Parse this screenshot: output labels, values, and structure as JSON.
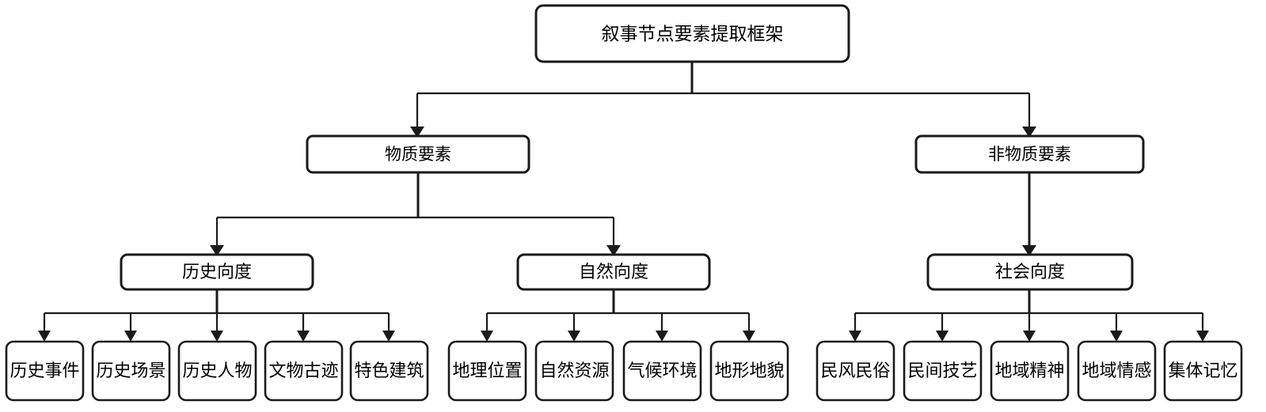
{
  "diagram": {
    "title": "叙事节点要素提取框架",
    "type": "hierarchy-tree",
    "orientation": "top-down",
    "colors": {
      "background": "#ffffff",
      "node_fill": "#ffffff",
      "node_stroke": "#1a1a1a",
      "edge": "#1a1a1a",
      "text": "#000000"
    },
    "root": {
      "label": "叙事节点要素提取框架"
    },
    "level1": [
      {
        "label": "物质要素"
      },
      {
        "label": "非物质要素"
      }
    ],
    "level2": [
      {
        "label": "历史向度",
        "parent": "物质要素"
      },
      {
        "label": "自然向度",
        "parent": "物质要素"
      },
      {
        "label": "社会向度",
        "parent": "非物质要素"
      }
    ],
    "level3": {
      "historical": [
        {
          "label": "历史事件"
        },
        {
          "label": "历史场景"
        },
        {
          "label": "历史人物"
        },
        {
          "label": "文物古迹"
        },
        {
          "label": "特色建筑"
        }
      ],
      "natural": [
        {
          "label": "地理位置"
        },
        {
          "label": "自然资源"
        },
        {
          "label": "气候环境"
        },
        {
          "label": "地形地貌"
        }
      ],
      "social": [
        {
          "label": "民风民俗"
        },
        {
          "label": "民间技艺"
        },
        {
          "label": "地域精神"
        },
        {
          "label": "地域情感"
        },
        {
          "label": "集体记忆"
        }
      ]
    }
  }
}
